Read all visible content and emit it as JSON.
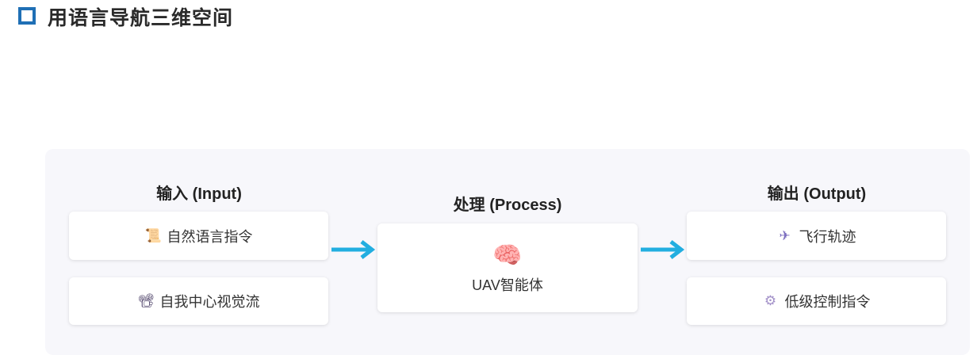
{
  "page_title": "用语言导航三维空间",
  "colors": {
    "accent": "#1f6fb5",
    "arrow": "#22aee0"
  },
  "input": {
    "heading": "输入 (Input)",
    "items": [
      {
        "icon": "scroll-icon",
        "glyph": "📜",
        "label": "自然语言指令"
      },
      {
        "icon": "camera-icon",
        "glyph": "📽",
        "label": "自我中心视觉流"
      }
    ]
  },
  "process": {
    "heading": "处理 (Process)",
    "icon": "brain-icon",
    "glyph": "🧠",
    "label": "UAV智能体"
  },
  "output": {
    "heading": "输出 (Output)",
    "items": [
      {
        "icon": "airplane-icon",
        "glyph": "✈",
        "label": "飞行轨迹"
      },
      {
        "icon": "gear-icon",
        "glyph": "⚙",
        "label": "低级控制指令"
      }
    ]
  }
}
